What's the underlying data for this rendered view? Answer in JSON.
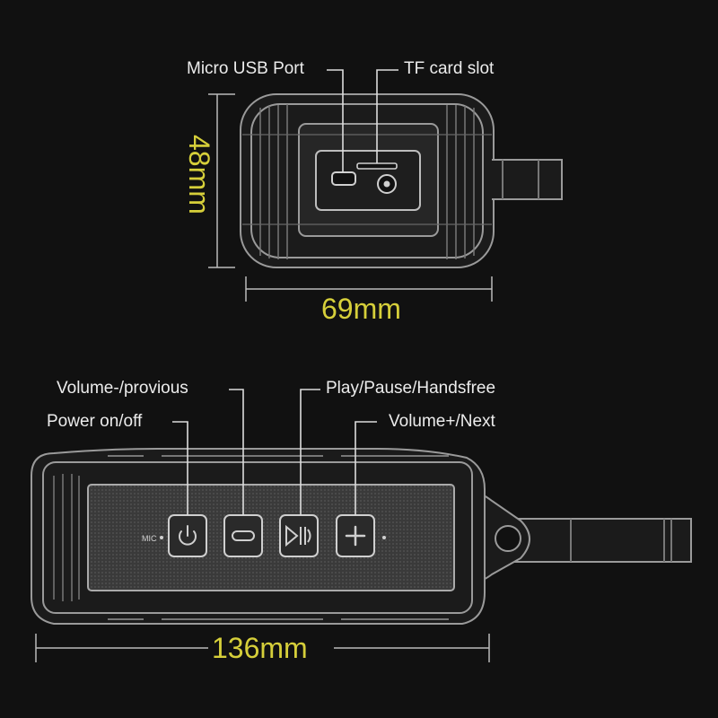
{
  "top_view": {
    "labels": {
      "micro_usb": "Micro USB Port",
      "tf_card": "TF card slot"
    },
    "height_dimension": "48mm",
    "width_dimension": "69mm"
  },
  "front_view": {
    "labels": {
      "volume_minus": "Volume-/provious",
      "play_pause": "Play/Pause/Handsfree",
      "power": "Power on/off",
      "volume_plus": "Volume+/Next"
    },
    "mic_marking": "MIC",
    "width_dimension": "136mm",
    "buttons": [
      {
        "name": "power-button",
        "icon": "power-icon"
      },
      {
        "name": "volume-minus-button",
        "icon": "minus-icon"
      },
      {
        "name": "play-pause-button",
        "icon": "play-pause-icon"
      },
      {
        "name": "volume-plus-button",
        "icon": "plus-icon"
      }
    ]
  },
  "colors": {
    "background": "#111111",
    "label_text": "#ececec",
    "dimension": "#d6cf3a",
    "outline": "#9a9a9a"
  }
}
